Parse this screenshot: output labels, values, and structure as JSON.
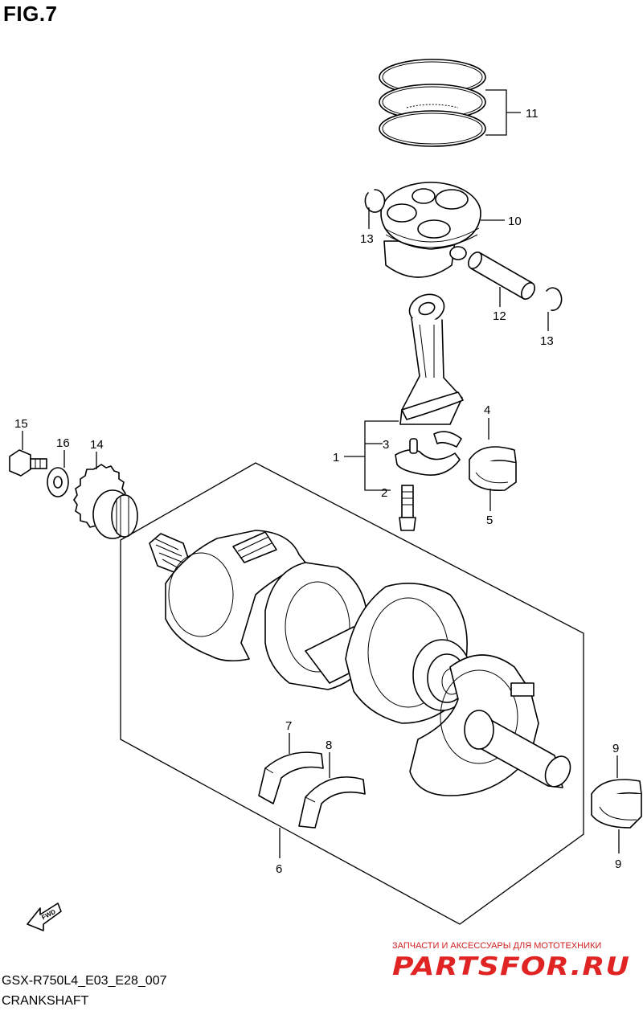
{
  "figure": {
    "title": "FIG.7",
    "model_code": "GSX-R750L4_E03_E28_007",
    "caption": "CRANKSHAFT"
  },
  "callouts": {
    "c1": "1",
    "c2": "2",
    "c3": "3",
    "c4": "4",
    "c5": "5",
    "c6": "6",
    "c7": "7",
    "c8": "8",
    "c9a": "9",
    "c9b": "9",
    "c10": "10",
    "c11": "11",
    "c12": "12",
    "c13a": "13",
    "c13b": "13",
    "c14": "14",
    "c15": "15",
    "c16": "16"
  },
  "fwd_arrow": {
    "label": "FWD"
  },
  "watermark": {
    "tagline": "ЗАПЧАСТИ И АКСЕССУАРЫ ДЛЯ МОТОТЕХНИКИ",
    "logo": "PARTSFOR.RU",
    "color": "#e02424"
  }
}
